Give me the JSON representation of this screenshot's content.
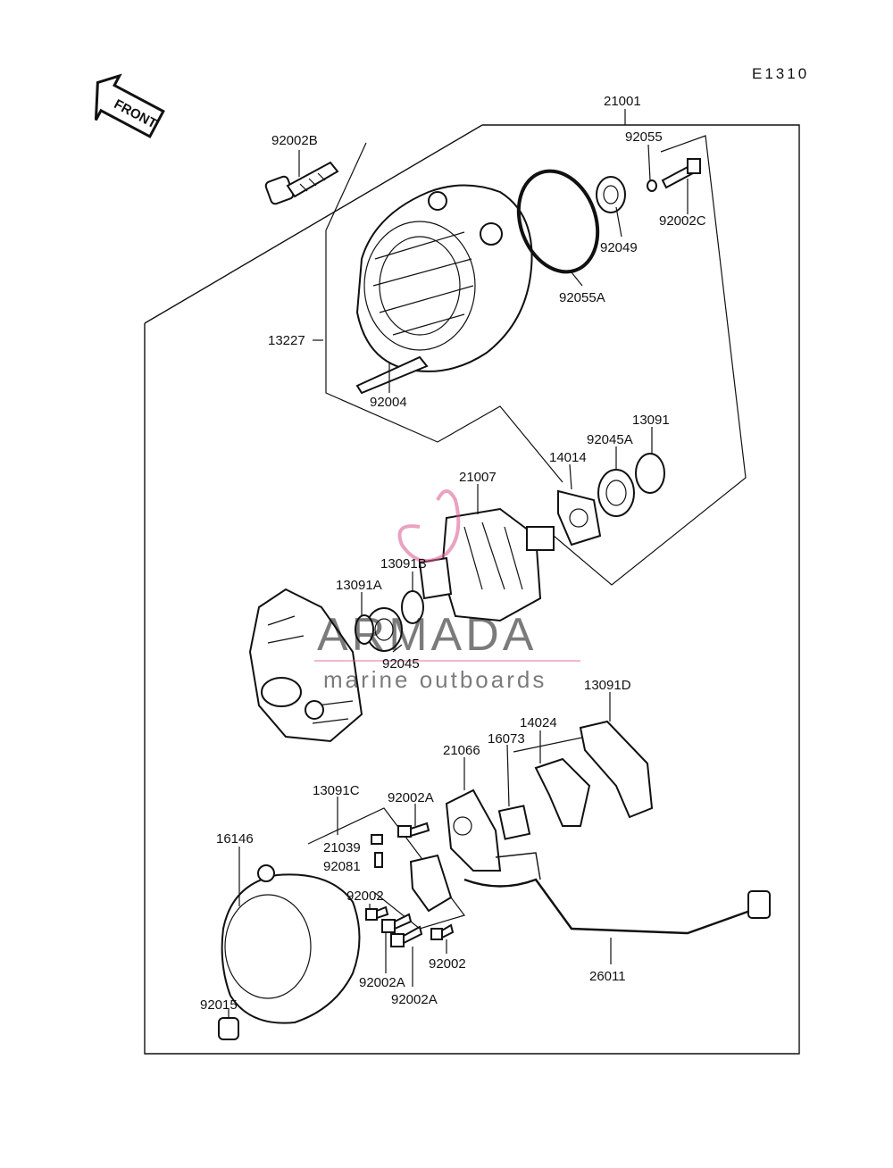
{
  "diagram_code": "E1310",
  "front_label": "FRONT",
  "watermark": {
    "brand": "ARMADA",
    "tagline": "marine outboards",
    "color": "#d9568c"
  },
  "parts": [
    {
      "id": "21001"
    },
    {
      "id": "92002B"
    },
    {
      "id": "92055"
    },
    {
      "id": "92002C"
    },
    {
      "id": "92049"
    },
    {
      "id": "92055A"
    },
    {
      "id": "13227"
    },
    {
      "id": "92004"
    },
    {
      "id": "13091"
    },
    {
      "id": "92045A"
    },
    {
      "id": "14014"
    },
    {
      "id": "21007"
    },
    {
      "id": "13091B"
    },
    {
      "id": "13091A"
    },
    {
      "id": "92045"
    },
    {
      "id": "13091D"
    },
    {
      "id": "14024"
    },
    {
      "id": "16073"
    },
    {
      "id": "21066"
    },
    {
      "id": "13091C"
    },
    {
      "id": "92002A"
    },
    {
      "id": "21039"
    },
    {
      "id": "92081"
    },
    {
      "id": "16146"
    },
    {
      "id": "92002"
    },
    {
      "id": "92002A"
    },
    {
      "id": "92002A"
    },
    {
      "id": "92002"
    },
    {
      "id": "26011"
    },
    {
      "id": "92015"
    }
  ]
}
